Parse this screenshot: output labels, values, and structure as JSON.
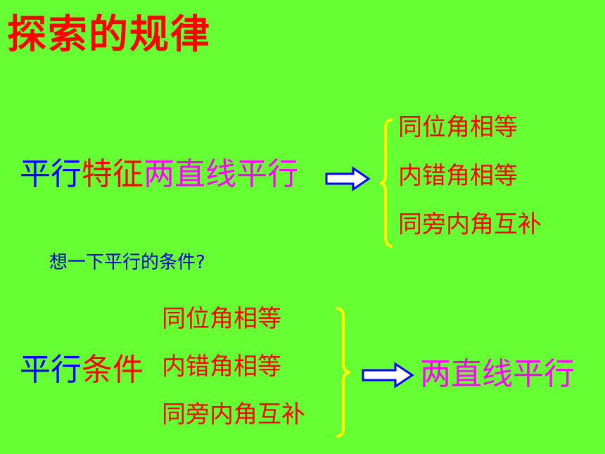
{
  "title": "探索的规律",
  "section1": {
    "lead": "平行",
    "keyword": "特征",
    "premise": "两直线平行",
    "results": [
      "同位角相等",
      "内错角相等",
      "同旁内角互补"
    ]
  },
  "question": "想一下平行的条件?",
  "section2": {
    "lead": "平行",
    "keyword": "条件",
    "conditions": [
      "同位角相等",
      "内错角相等",
      "同旁内角互补"
    ],
    "conclusion": "两直线平行"
  },
  "colors": {
    "background": "#66ff33",
    "title": "#ff0000",
    "lead": "#0000ff",
    "keyword": "#ff0000",
    "statement": "#ff00ff",
    "list": "#ff0000",
    "brace": "#ffff00",
    "arrow": "#0000ff"
  }
}
